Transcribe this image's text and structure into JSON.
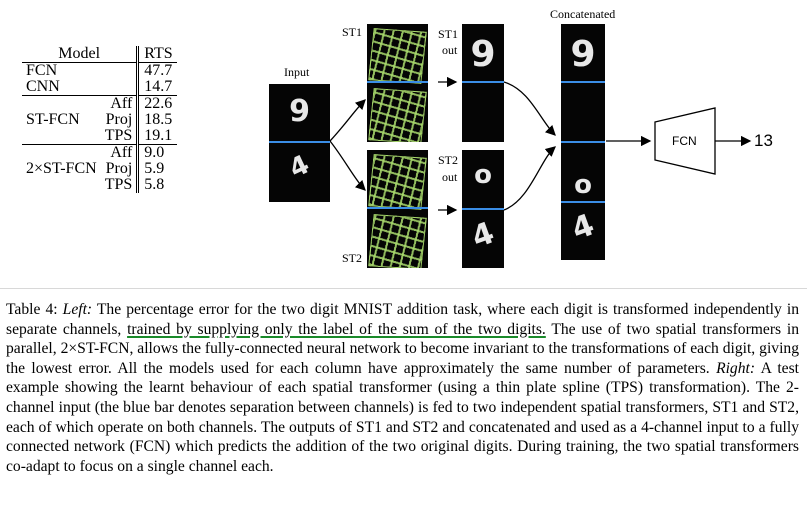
{
  "table": {
    "col_model": "Model",
    "col_rts": "RTS",
    "rows": [
      {
        "group": "FCN",
        "variant": "",
        "rts": "47.7"
      },
      {
        "group": "CNN",
        "variant": "",
        "rts": "14.7"
      },
      {
        "group": "",
        "variant": "Aff",
        "rts": "22.6"
      },
      {
        "group": "ST-FCN",
        "variant": "Proj",
        "rts": "18.5"
      },
      {
        "group": "",
        "variant": "TPS",
        "rts": "19.1"
      },
      {
        "group": "",
        "variant": "Aff",
        "rts": "9.0"
      },
      {
        "group": "2×ST-FCN",
        "variant": "Proj",
        "rts": "5.9"
      },
      {
        "group": "",
        "variant": "TPS",
        "rts": "5.8"
      }
    ]
  },
  "figure": {
    "label_concatenated": "Concatenated",
    "label_st1": "ST1",
    "label_st1_out_a": "ST1",
    "label_st1_out_b": "out",
    "label_st2": "ST2",
    "label_st2_out_a": "ST2",
    "label_st2_out_b": "out",
    "label_input": "Input",
    "label_fcn": "FCN",
    "label_output": "13",
    "colors": {
      "channel_bar": "#3b8ee6",
      "grid": "#aadc6e",
      "underline": "#1a8a2a"
    }
  },
  "caption": {
    "p1": "Table 4: ",
    "p2": "Left:",
    "p3": " The percentage error for the two digit MNIST addition task, where each digit is transformed independently in separate channels, ",
    "p4": "trained by supplying only the label of the sum of the two digits.",
    "p5": " The use of two spatial transformers in parallel, 2×ST-FCN, allows the fully-connected neural network to become invariant to the transformations of each digit, giving the lowest error. All the models used for each column have approximately the same number of parameters. ",
    "p6": "Right:",
    "p7": " A test example showing the learnt behaviour of each spatial transformer (using a thin plate spline (TPS) transformation). The 2-channel input (the blue bar denotes separation between channels) is fed to two independent spatial transformers, ST1 and ST2, each of which operate on both channels. The outputs of ST1 and ST2 and concatenated and used as a 4-channel input to a fully connected network (FCN) which predicts the addition of the two original digits. During training, the two spatial transformers co-adapt to focus on a single channel each."
  }
}
